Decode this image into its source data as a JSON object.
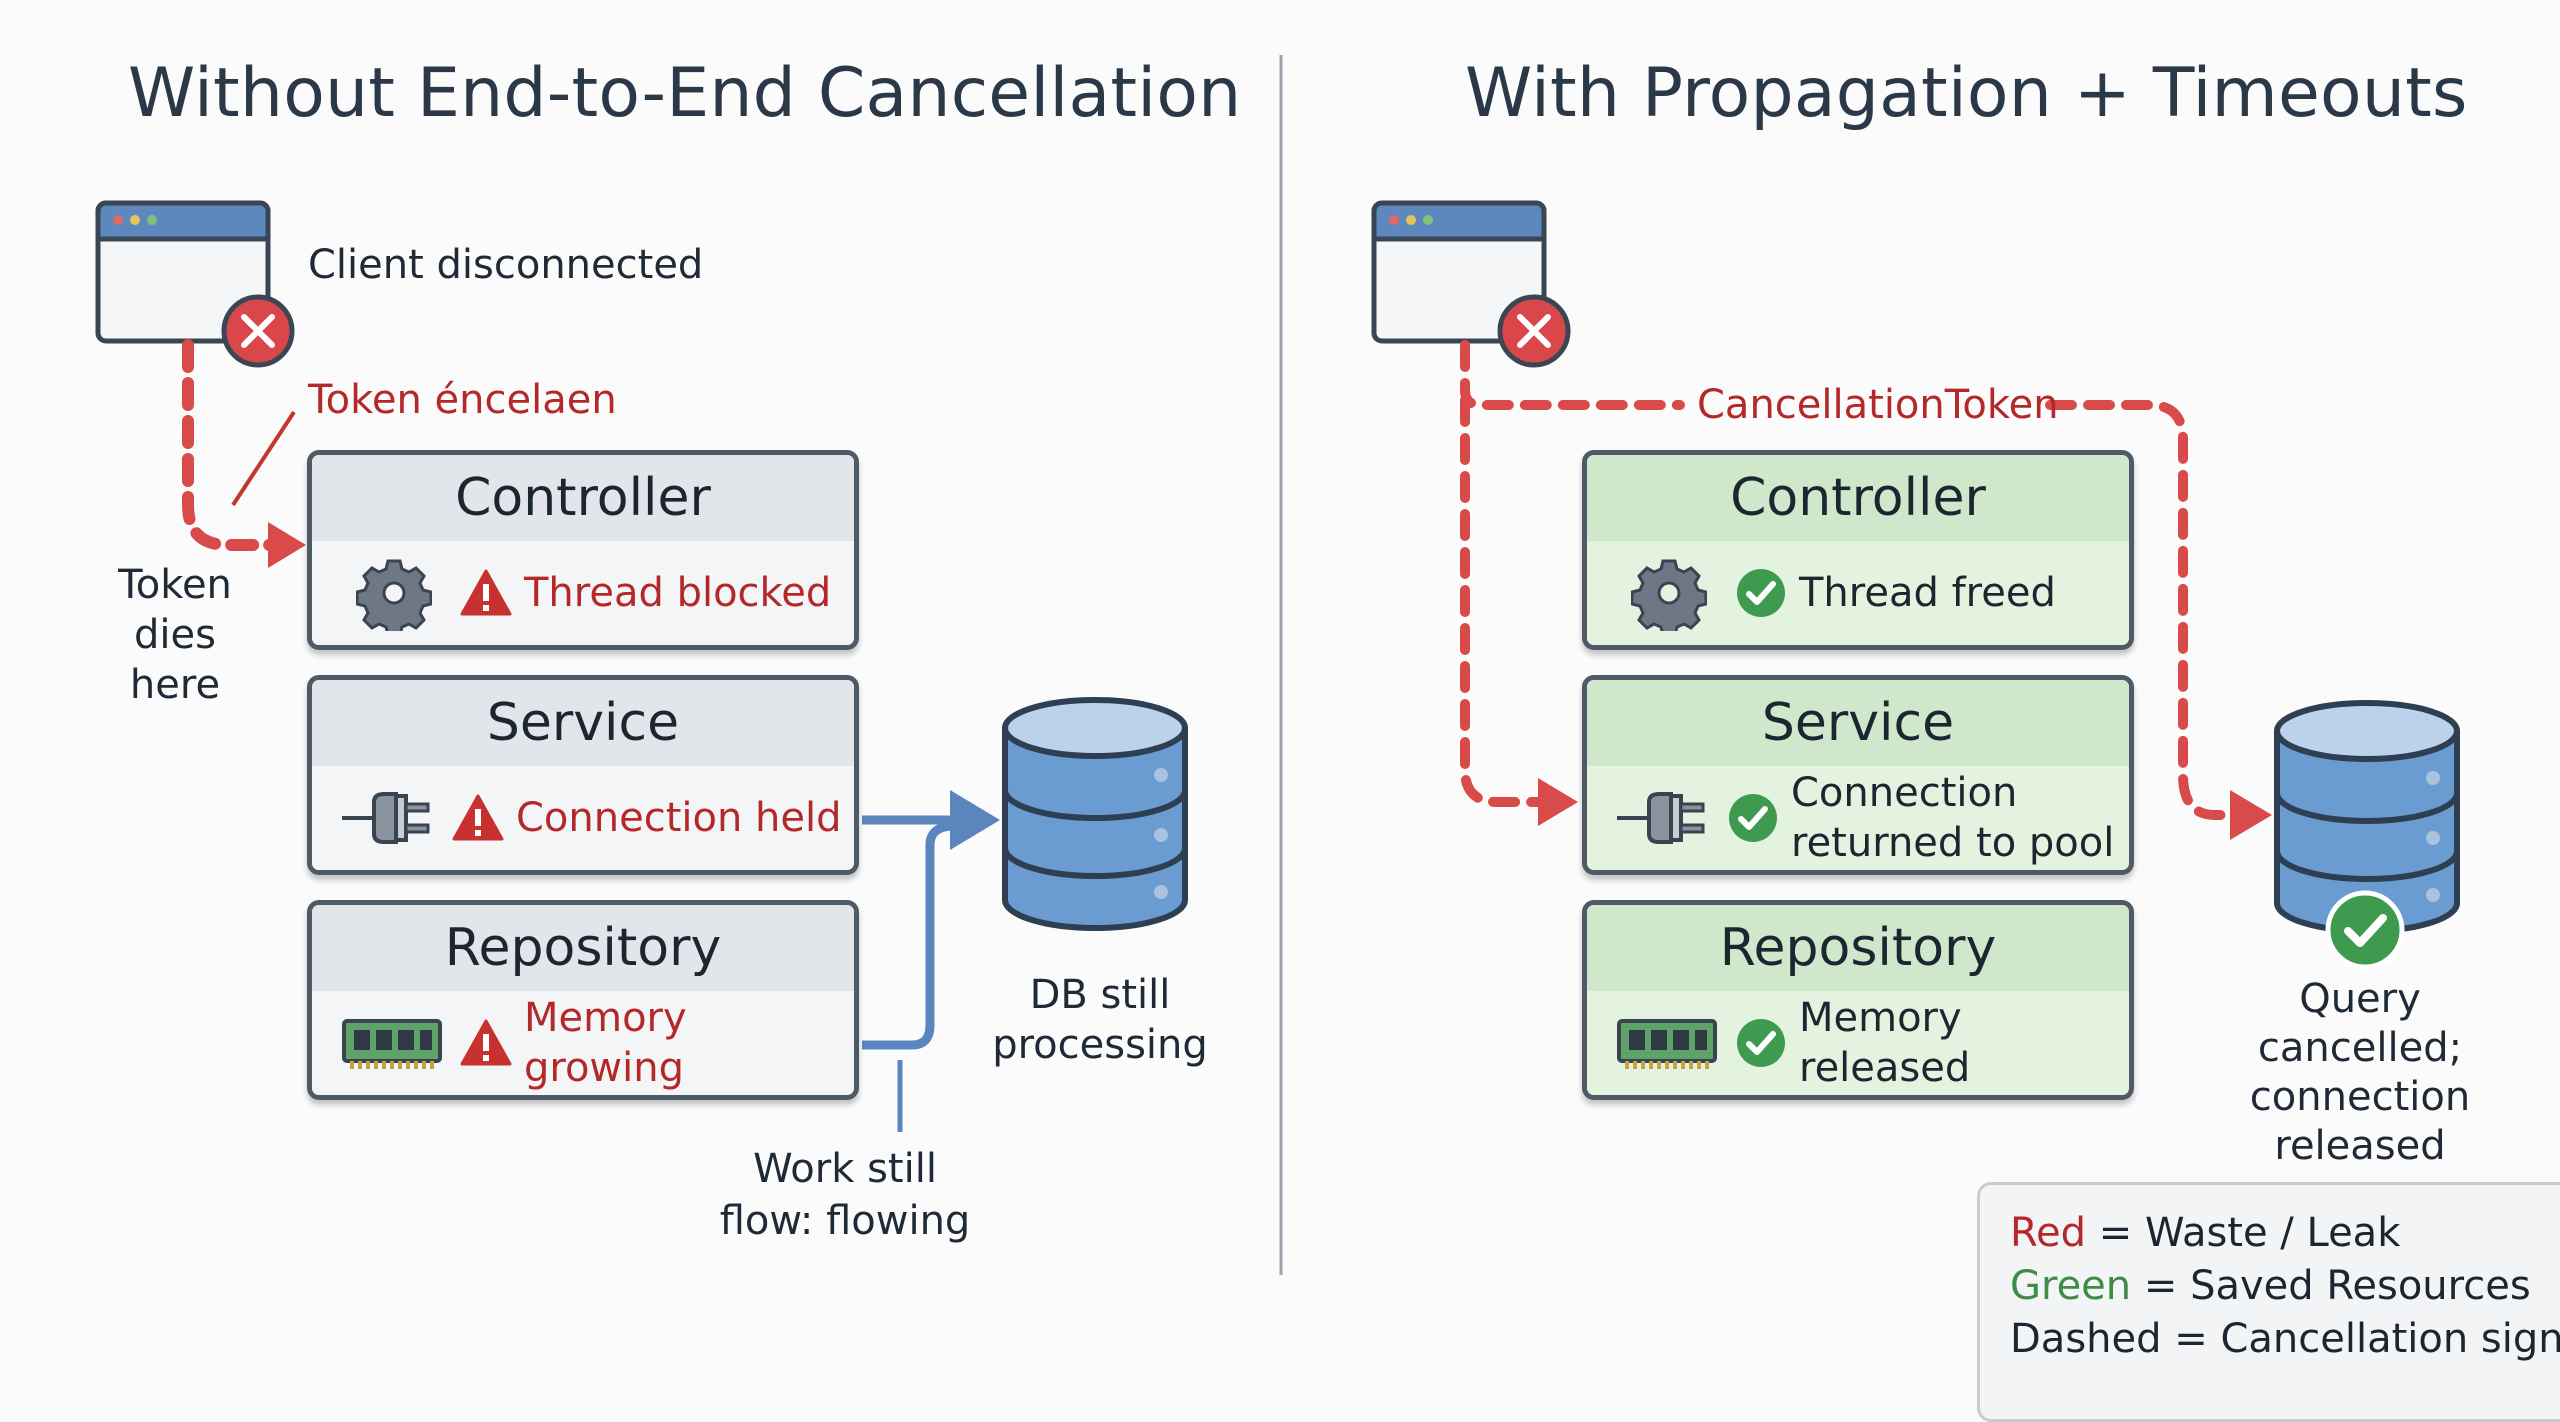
{
  "left": {
    "title": "Without End-to-End Cancellation",
    "client_label": "Client disconnected",
    "token_label": "Token éncelaen",
    "token_dies_label": "Token\ndies here",
    "layers": [
      {
        "name": "Controller",
        "status": "Thread blocked",
        "icon": "gear-icon"
      },
      {
        "name": "Service",
        "status": "Connection held",
        "icon": "plug-icon"
      },
      {
        "name": "Repository",
        "status": "Memory growing",
        "icon": "memory-chip-icon"
      }
    ],
    "db_label": "DB still\nprocessing",
    "work_label": "Work still\nflow: flowing"
  },
  "right": {
    "title": "With Propagation + Timeouts",
    "token_label": "CancellationToken",
    "layers": [
      {
        "name": "Controller",
        "status": "Thread freed",
        "icon": "gear-icon"
      },
      {
        "name": "Service",
        "status": "Connection\nreturned to pool",
        "icon": "plug-icon"
      },
      {
        "name": "Repository",
        "status": "Memory released",
        "icon": "memory-chip-icon"
      }
    ],
    "db_label": "Query cancelled;\nconnection\nreleased"
  },
  "legend": {
    "red_word": "Red",
    "red_text": " = Waste / Leak",
    "green_word": "Green",
    "green_text": " = Saved Resources",
    "dashed_text": "Dashed = Cancellation signal"
  },
  "colors": {
    "waste_red": "#b5282a",
    "saved_green": "#3e8c47",
    "signal_red": "#d94a4a",
    "flow_blue": "#5b85bd",
    "db_blue": "#6a9bd1"
  }
}
